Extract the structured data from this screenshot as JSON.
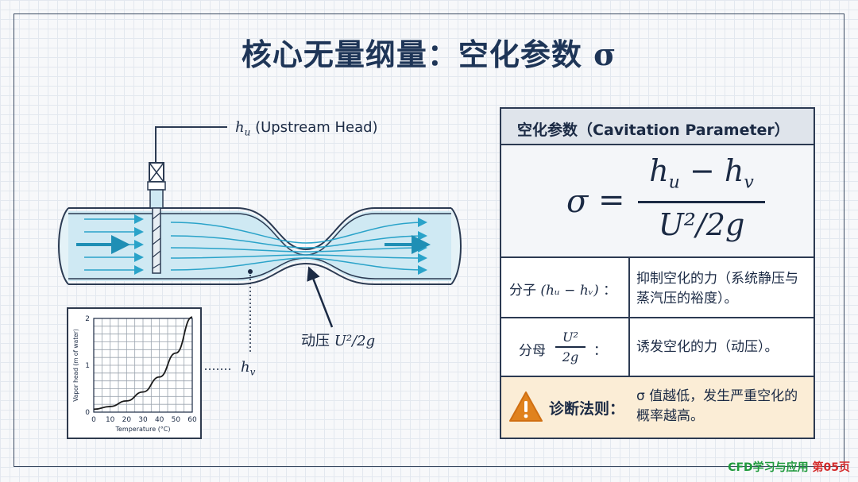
{
  "title": {
    "text": "核心无量纲量：空化参数",
    "symbol": "σ"
  },
  "diagram": {
    "upstream_symbol": "h",
    "upstream_sub": "u",
    "upstream_text": "(Upstream Head)",
    "dynamic_text": "动压",
    "dynamic_math": "U²/2g",
    "vapor_symbol": "h",
    "vapor_sub": "v"
  },
  "chart_data": {
    "type": "line",
    "xlabel": "Temperature (°C)",
    "ylabel": "Vapor head (m of water)",
    "xlim": [
      0,
      60
    ],
    "ylim": [
      0,
      2
    ],
    "x_ticks": [
      "0",
      "10",
      "20",
      "30",
      "40",
      "50",
      "60"
    ],
    "y_ticks": [
      "0",
      "1",
      "2"
    ],
    "x": [
      0,
      10,
      20,
      30,
      40,
      50,
      60
    ],
    "y": [
      0.06,
      0.12,
      0.24,
      0.43,
      0.75,
      1.26,
      2.03
    ],
    "grid": true,
    "line_color": "#1a1a1a"
  },
  "card": {
    "header": "空化参数（Cavitation Parameter）",
    "formula": {
      "lhs": "σ",
      "eq": "=",
      "num_h": "h",
      "num_u": "u",
      "minus": "−",
      "num_v": "v",
      "den": "U²/2g"
    },
    "numerator_row": {
      "label_prefix": "分子",
      "label_math": "(hᵤ − hᵥ)",
      "colon": "：",
      "desc": "抑制空化的力（系统静压与蒸汽压的裕度）。"
    },
    "denominator_row": {
      "label_prefix": "分母",
      "num": "U²",
      "den": "2g",
      "colon": "：",
      "desc": "诱发空化的力（动压）。"
    },
    "diagnosis": {
      "icon": "warning-icon",
      "lead": "诊断法则：",
      "desc": "σ 值越低，发生严重空化的概率越高。"
    }
  },
  "footer": {
    "left": "CFD学习与应用",
    "right": "第05页"
  },
  "colors": {
    "accent": "#1e3557",
    "water": "#cfe9f3",
    "arrow": "#2aa3c9",
    "warning": "#e0821e",
    "footer_green": "#1f9a3c",
    "footer_red": "#d42a2a"
  }
}
